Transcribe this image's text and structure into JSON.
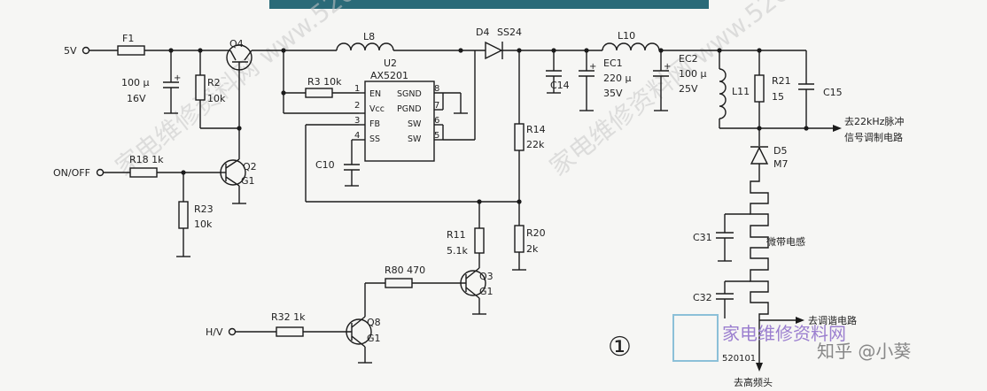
{
  "labels": {
    "in_5v": "5V",
    "f1": "F1",
    "cap_in_val": "100 μ",
    "cap_in_volt": "16V",
    "r2": "R2",
    "r2_val": "10k",
    "q4": "Q4",
    "l8": "L8",
    "u2": "U2",
    "ic_name": "AX5201",
    "r3": "R3 10k",
    "d4": "D4",
    "ss24": "SS24",
    "c14": "C14",
    "l10": "L10",
    "ec1": "EC1",
    "ec1_val": "220 μ",
    "ec1_volt": "35V",
    "ec2": "EC2",
    "ec2_val": "100 μ",
    "ec2_volt": "25V",
    "l11": "L11",
    "r21": "R21",
    "r21_val": "15",
    "c15": "C15",
    "out_22k_1": "去22kHz脉冲",
    "out_22k_2": "信号调制电路",
    "r14": "R14",
    "r14_val": "22k",
    "c10": "C10",
    "d5": "D5",
    "m7": "M7",
    "onoff": "ON/OFF",
    "r18": "R18 1k",
    "q2": "Q2",
    "g1_q2": "G1",
    "r23": "R23",
    "r23_val": "10k",
    "r11": "R11",
    "r11_val": "5.1k",
    "r20": "R20",
    "r20_val": "2k",
    "c31": "C31",
    "micro_inductor": "微带电感",
    "r80": "R80 470",
    "q3": "Q3",
    "g1_q3": "G1",
    "c32": "C32",
    "hv": "H/V",
    "r32": "R32 1k",
    "q8": "Q8",
    "g1_q8": "G1",
    "out_tune": "去调谐电路",
    "out_hf": "去高频头",
    "circle_num": "①",
    "site_logo": "家电维修资料网",
    "site_url": "520101",
    "zhihu": "知乎 @小葵",
    "watermark": "家电维修资料网 www.520101"
  },
  "ic_pins": {
    "en": "EN",
    "vcc": "Vcc",
    "fb": "FB",
    "ss": "SS",
    "sgnd": "SGND",
    "pgnd": "PGND",
    "sw1": "SW",
    "sw2": "SW",
    "p1": "1",
    "p2": "2",
    "p3": "3",
    "p4": "4",
    "p5": "5",
    "p6": "6",
    "p7": "7",
    "p8": "8"
  },
  "colors": {
    "wire": "#1b1b1b",
    "background": "#f6f6f4",
    "logo": "#9b7fcf",
    "banner": "#2a6a78"
  }
}
